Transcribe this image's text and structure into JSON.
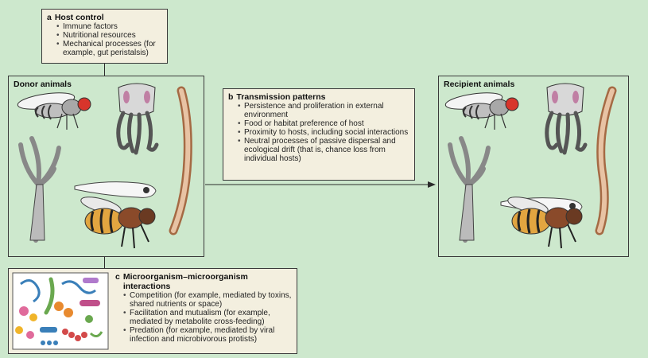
{
  "host_control": {
    "letter": "a",
    "title": "Host control",
    "items": [
      "Immune factors",
      "Nutritional resources",
      "Mechanical processes (for example, gut peristalsis)"
    ]
  },
  "donor": {
    "title": "Donor animals"
  },
  "transmission": {
    "letter": "b",
    "title": "Transmission patterns",
    "items": [
      "Persistence and proliferation in external environment",
      "Food or habitat preference of host",
      "Proximity to hosts, including social interactions",
      "Neutral processes of passive dispersal and ecological drift (that is, chance loss from individual hosts)"
    ]
  },
  "recipient": {
    "title": "Recipient animals"
  },
  "microbe": {
    "letter": "c",
    "title": "Microorganism–microorganism interactions",
    "items": [
      "Competition (for example, mediated by toxins, shared nutrients or space)",
      "Facilitation and mutualism (for example, mediated by metabolite cross-feeding)",
      "Predation (for example, mediated by viral infection and microbivorous protists)"
    ]
  },
  "colors": {
    "background": "#cde8cd",
    "note_box": "#f3efdf",
    "border": "#3a3a3a"
  },
  "icons": [
    "fly-icon",
    "squid-icon",
    "nematode-icon",
    "hydra-icon",
    "zebrafish-larva-icon",
    "honeybee-icon",
    "microbes-icon"
  ]
}
